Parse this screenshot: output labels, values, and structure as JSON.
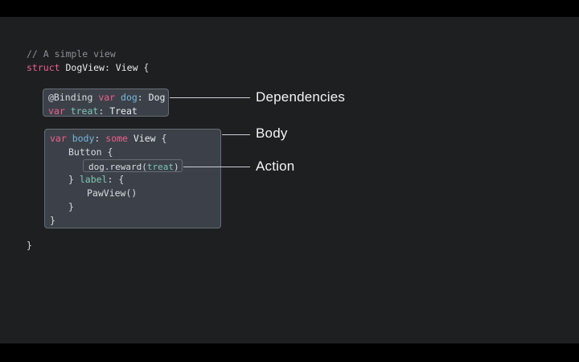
{
  "slide": {
    "background_color": "#1e1f21",
    "letterbox_color": "#000000"
  },
  "code": {
    "language": "swift",
    "theme": {
      "text": "#d8dce0",
      "comment": "#8b9096",
      "keyword": "#ef5f8c",
      "property": "#74b7d8",
      "member": "#7fc6b5",
      "type": "#e8ecef",
      "highlight_fill": "#3c4149",
      "highlight_border": "#666c74"
    },
    "lines": {
      "comment": "// A simple view",
      "struct_keyword": "struct",
      "struct_name": " DogView",
      "struct_colon": ": ",
      "struct_conformance": "View",
      "struct_open_brace": " {",
      "final_close_brace": "}"
    }
  },
  "dependencies_block": {
    "line1": {
      "attribute": "@Binding ",
      "keyword": "var",
      "name": " dog",
      "colon": ": ",
      "type": "Dog"
    },
    "line2": {
      "keyword": "var",
      "name": " treat",
      "colon": ": ",
      "type": "Treat"
    }
  },
  "body_block": {
    "line1": {
      "keyword": "var",
      "name": " body",
      "colon": ": ",
      "some": "some",
      "type": " View",
      "brace": " {"
    },
    "line2": "Button {",
    "line3_placeholder": "",
    "line4": {
      "close": "} ",
      "label": "label",
      "rest": ": {"
    },
    "line5": "PawView()",
    "line6": "}",
    "line7": "}"
  },
  "action_block": {
    "receiver": "dog",
    "dot": ".",
    "method": "reward",
    "open_paren": "(",
    "argument": "treat",
    "close_paren": ")"
  },
  "annotations": [
    {
      "id": "dependencies",
      "label": "Dependencies"
    },
    {
      "id": "body",
      "label": "Body"
    },
    {
      "id": "action",
      "label": "Action"
    }
  ]
}
